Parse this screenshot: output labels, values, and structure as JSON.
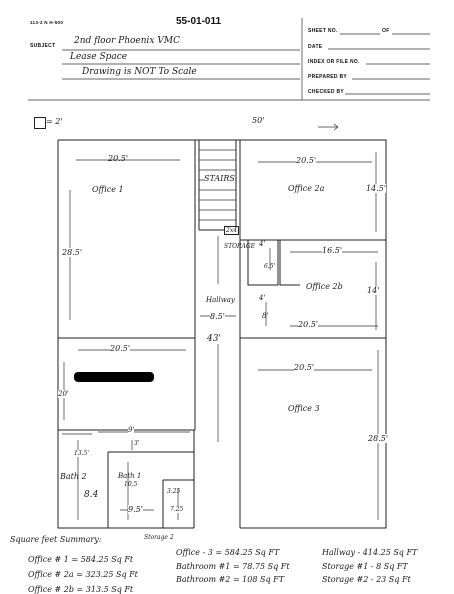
{
  "form": {
    "code": "113-2 N H-500",
    "number": "55-01-011",
    "sheet_label": "SHEET NO.",
    "of_label": "OF",
    "subject_label": "SUBJECT",
    "subject_line1": "2nd floor Phoenix VMC",
    "subject_line2": "Lease Space",
    "subject_line3": "Drawing is NOT To Scale",
    "date_label": "DATE",
    "index_label": "INDEX OR FILE NO.",
    "prepared_label": "PREPARED BY",
    "checked_label": "CHECKED BY"
  },
  "legend": {
    "scale": "= 2'",
    "top_dim": "50'"
  },
  "rooms": {
    "office1": "Office 1",
    "office1_w": "20.5'",
    "office1_h": "28.5'",
    "stairs": "STAIRS",
    "dim_24": "2x4",
    "storage": "STORAGE",
    "dim_4a": "4'",
    "dim_65": "6.5'",
    "dim_4b": "4'",
    "dim_8": "8'",
    "hallway": "Hallway",
    "hall_w": "8.5'",
    "hall_h": "43'",
    "office2a": "Office 2a",
    "office2a_w": "20.5'",
    "office2a_h": "14.5'",
    "office2b": "Office 2b",
    "office2b_w1": "16.5'",
    "office2b_w2": "20.5'",
    "office2b_h": "14'",
    "office3": "Office 3",
    "office3_w": "20.5'",
    "office3_h": "28.5'",
    "mid_w": "20.5'",
    "mid_h": "20'",
    "bath2": "Bath 2",
    "bath2_h": "13.5'",
    "bath2_w": "8.4",
    "bath_w": "9'",
    "bath1": "Bath 1",
    "bath1_w": "10.5",
    "bath1_h": "9.5'",
    "bath_3": "3'",
    "storage2": "Storage 2",
    "closet_a": "3.25",
    "closet_b": "7.25"
  },
  "summary": {
    "title": "Square feet Summary:",
    "r1c1": "Office # 1 = 584.25 Sq Ft",
    "r2c1": "Office # 2a = 323.25 Sq Ft",
    "r3c1": "Office # 2b = 313.5 Sq Ft",
    "r1c2": "Office - 3 = 584.25 Sq FT",
    "r2c2": "Bathroom #1 = 78.75 Sq Ft",
    "r3c2": "Bathroom #2 = 108 Sq FT",
    "r1c3": "Hallway - 414.25 Sq FT",
    "r2c3": "Storage #1 - 8 Sq FT",
    "r3c3": "Storage #2 - 23 Sq Ft"
  }
}
